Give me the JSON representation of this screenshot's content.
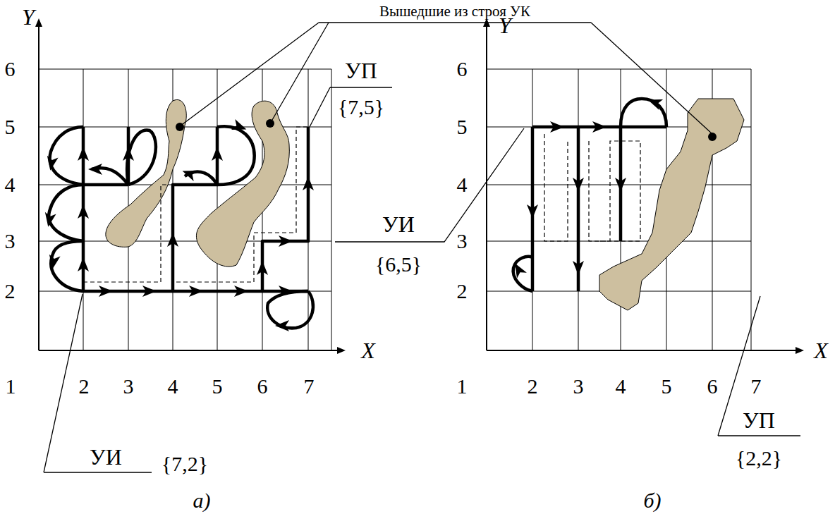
{
  "diagram": {
    "labels": [
      "Вышедшие из строя УК",
      "Y",
      "6",
      "5",
      "4",
      "3",
      "2",
      "X",
      "1",
      "2",
      "3",
      "4",
      "5",
      "6",
      "7",
      "УП",
      "{7,5}",
      "УИ",
      "{7,2}",
      "а)",
      "Y",
      "6",
      "5",
      "4",
      "3",
      "2",
      "X",
      "1",
      "2",
      "3",
      "4",
      "5",
      "6",
      "7",
      "УИ",
      "{6,5}",
      "УП",
      "{2,2}",
      "б)"
    ]
  }
}
